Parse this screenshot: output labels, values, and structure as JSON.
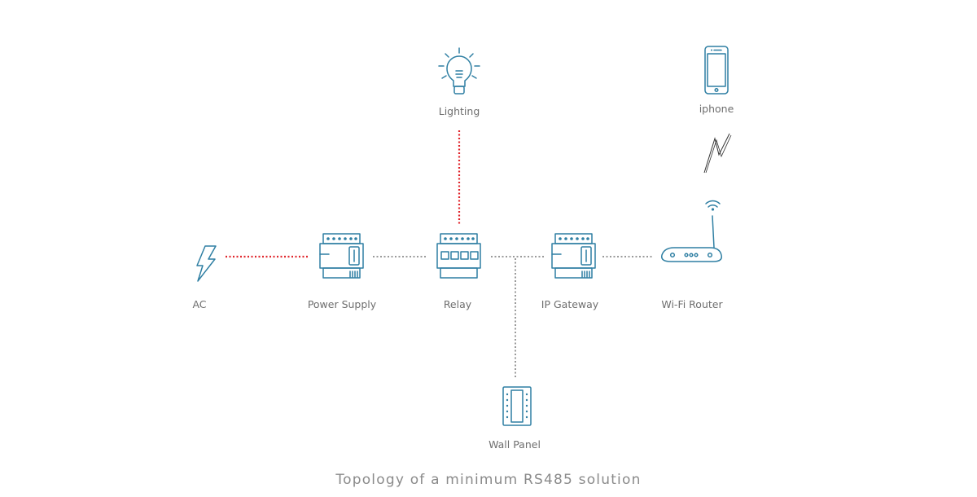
{
  "diagram": {
    "caption": "Topology of a minimum RS485 solution",
    "nodes": {
      "ac": {
        "label": "AC",
        "icon": "lightning-bolt-icon"
      },
      "power_supply": {
        "label": "Power Supply",
        "icon": "din-rail-module-icon"
      },
      "relay": {
        "label": "Relay",
        "icon": "relay-module-icon"
      },
      "ip_gateway": {
        "label": "IP Gateway",
        "icon": "din-rail-module-icon"
      },
      "wifi_router": {
        "label": "Wi-Fi Router",
        "icon": "wifi-router-icon"
      },
      "lighting": {
        "label": "Lighting",
        "icon": "light-bulb-icon"
      },
      "iphone": {
        "label": "iphone",
        "icon": "smartphone-icon"
      },
      "wall_panel": {
        "label": "Wall Panel",
        "icon": "wall-panel-icon"
      }
    },
    "links": [
      {
        "from": "ac",
        "to": "power_supply",
        "style": "dotted",
        "color": "#e0262c"
      },
      {
        "from": "power_supply",
        "to": "relay",
        "style": "dotted",
        "color": "#9a9a9a"
      },
      {
        "from": "relay",
        "to": "lighting",
        "style": "dotted",
        "color": "#e0262c"
      },
      {
        "from": "relay",
        "to": "ip_gateway",
        "style": "dotted",
        "color": "#9a9a9a"
      },
      {
        "from": "bus",
        "to": "wall_panel",
        "style": "dotted",
        "color": "#9a9a9a"
      },
      {
        "from": "ip_gateway",
        "to": "wifi_router",
        "style": "dotted",
        "color": "#9a9a9a"
      },
      {
        "from": "wifi_router",
        "to": "iphone",
        "style": "wireless",
        "color": "#333333"
      }
    ],
    "colors": {
      "icon": "#2f7fa3",
      "power_line": "#e0262c",
      "bus_line": "#9a9a9a",
      "label": "#6e6e6e",
      "caption": "#8a8a8a"
    }
  }
}
